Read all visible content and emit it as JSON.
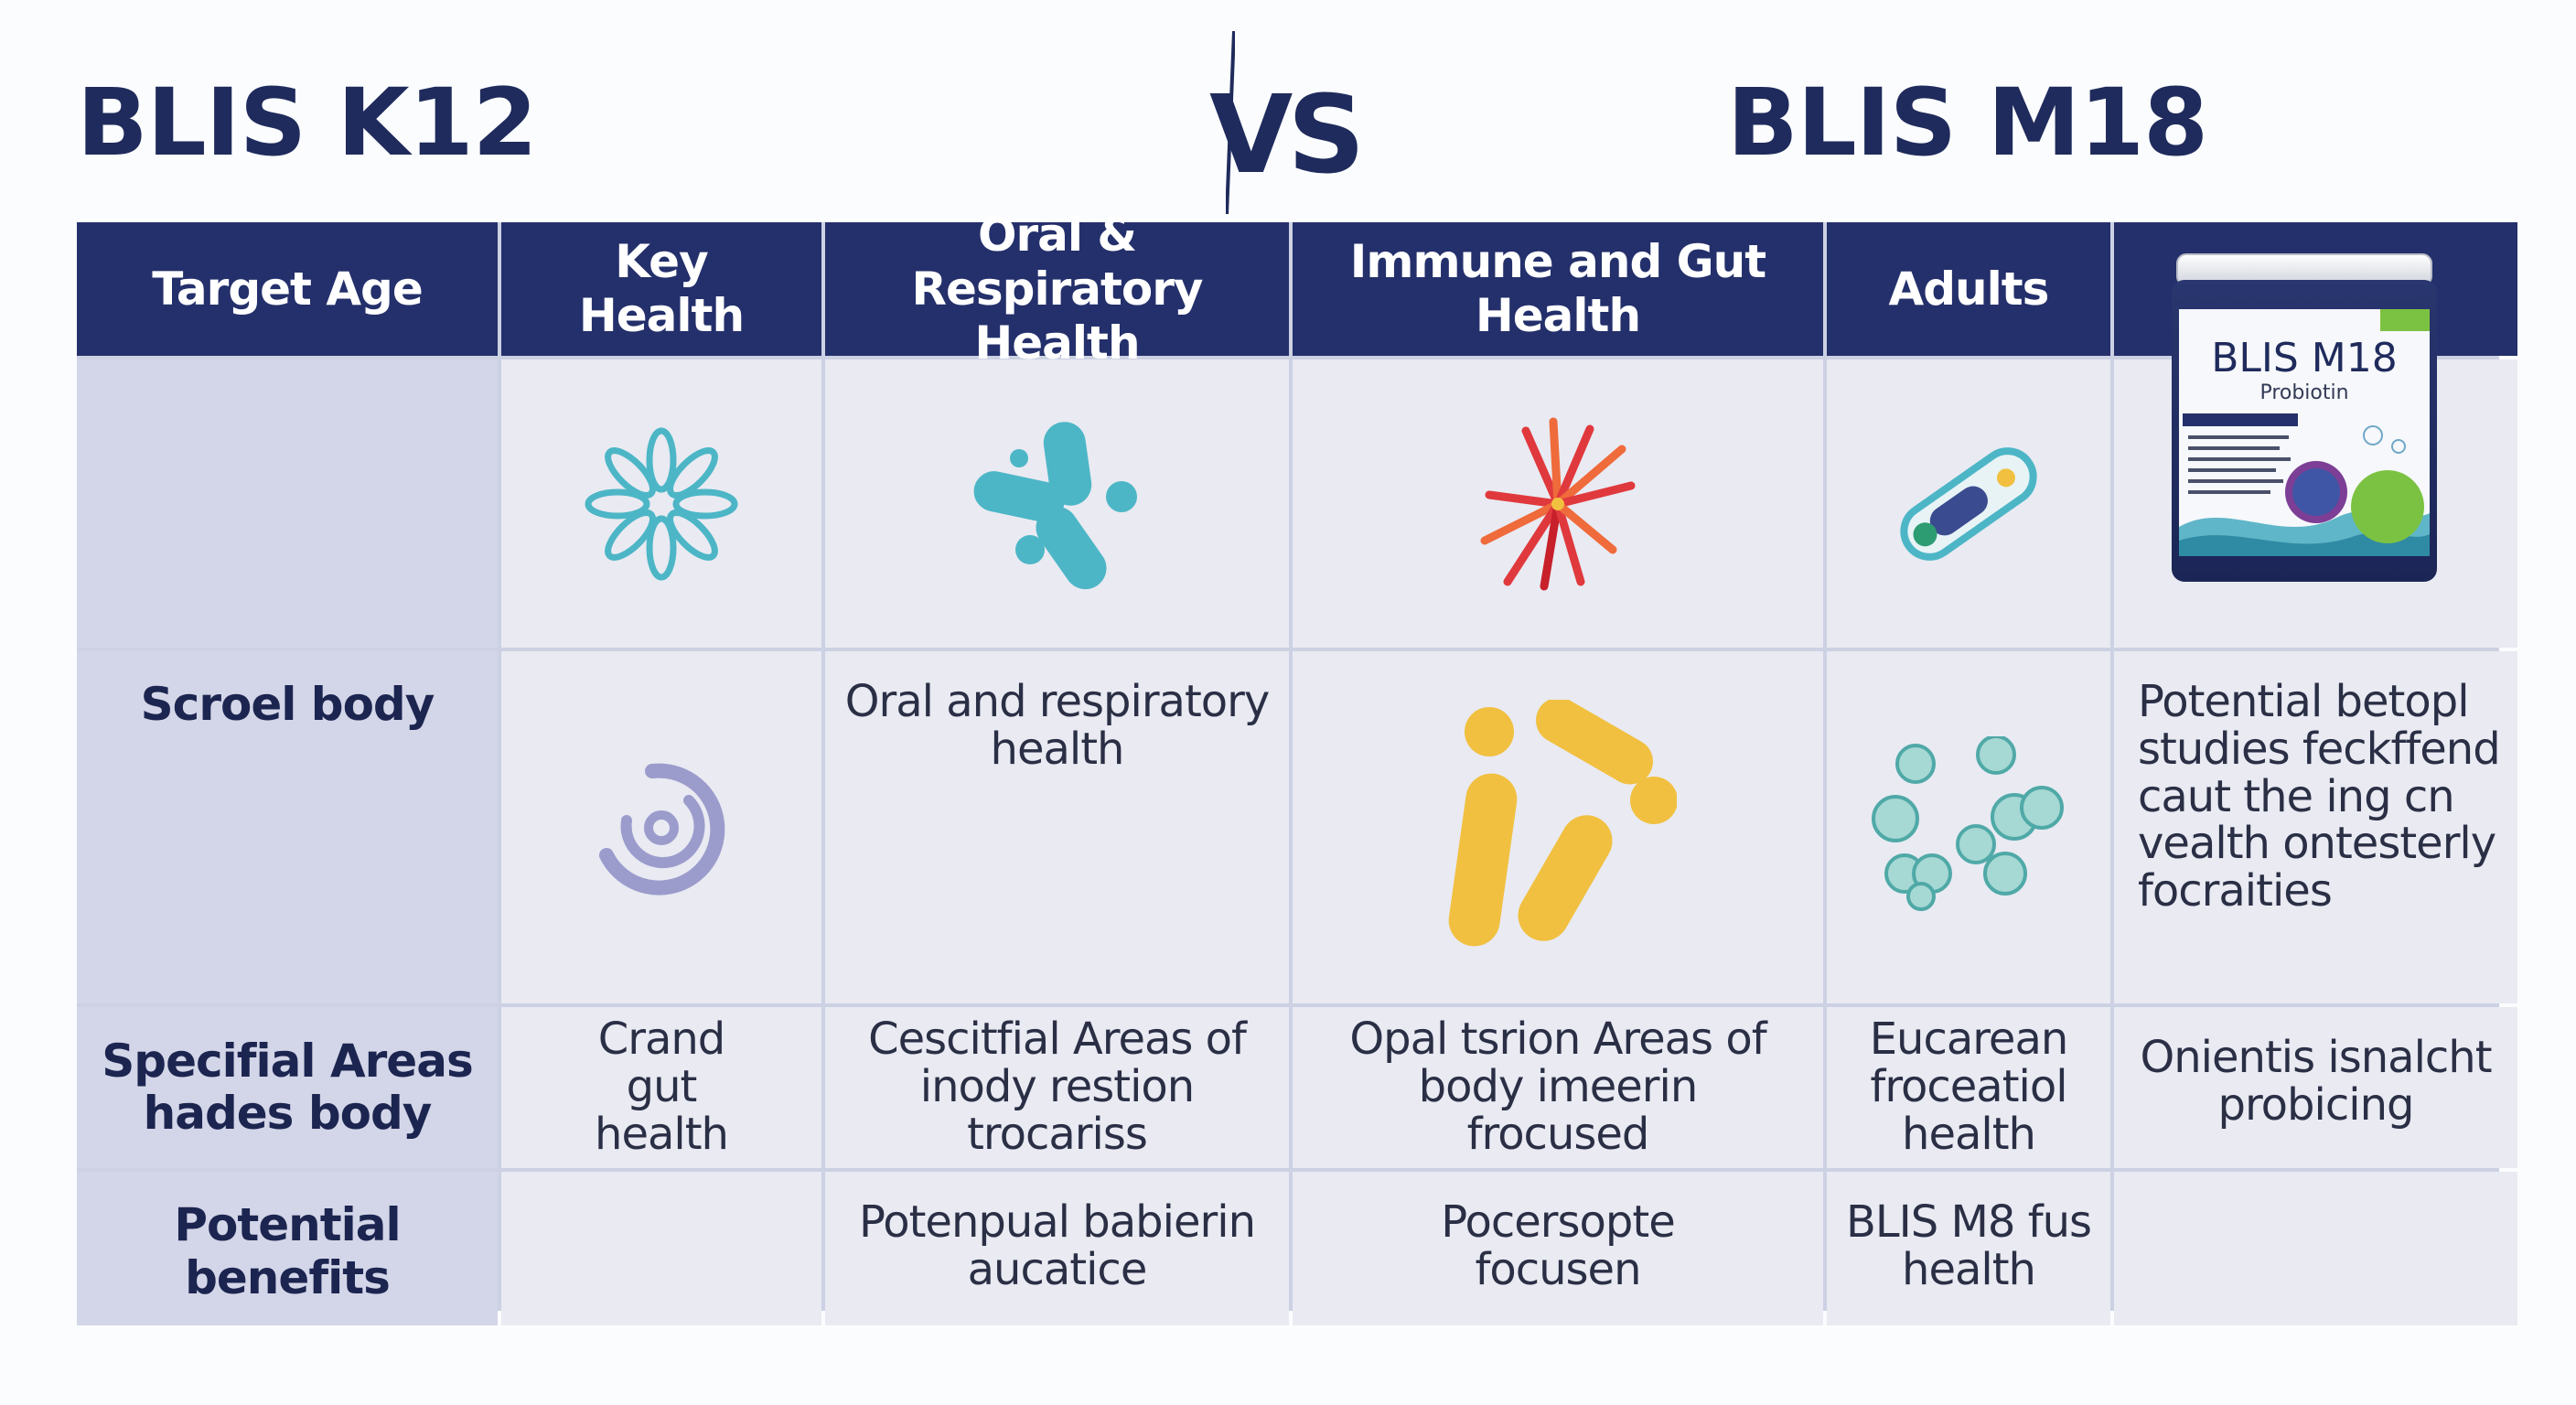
{
  "titles": {
    "left": "BLIS K12",
    "vs": "VS",
    "right": "BLIS M18"
  },
  "header": {
    "col1": "Target Age",
    "col2": "Key\nHealth",
    "col3": "Oral & Respiratory\nHealth",
    "col4": "Immune and Gut\nHealth",
    "col5": "Adults"
  },
  "rows": {
    "row2_label": "Scroel body",
    "row2_col3": "Oral and respiratory\nhealth",
    "row2_col6": "Potential betopl\nstudies feckffend\ncaut the ing cn\nvealth ontesterly\nfocraities",
    "row3_label": "Specifial Areas\nhades body",
    "row3_col2": "Crand\ngut\nhealth",
    "row3_col3": "Cescitfial Areas of\ninody restion\ntrocariss",
    "row3_col4": "Opal tsrion Areas of\nbody imeerin\nfrocused",
    "row3_col5": "Eucarean\nfroceatiol\nhealth",
    "row3_col6": "Onientis isnalcht\nprobicing",
    "row4_label": "Potential benefits",
    "row4_col3": "Potenpual babierin\naucatice",
    "row4_col4": "Pocersopte\nfocusen",
    "row4_col5": "BLIS M8 fus\nhealth"
  },
  "product": {
    "name": "BLIS M18",
    "subtitle": "Probiotin"
  },
  "colors": {
    "header_bg": "#24306b",
    "cell_bg": "#e9eaf2",
    "rowhead_bg": "#d3d6e8",
    "teal": "#4cb6c6",
    "yellow": "#f1c040",
    "red": "#e0393d",
    "lavender": "#9b9ccc"
  },
  "icons": [
    "starburst-icon",
    "bacteria-cluster-icon",
    "red-fiber-icon",
    "capsule-icon",
    "spiral-icon",
    "yellow-bacteria-icon",
    "bubbles-icon"
  ]
}
